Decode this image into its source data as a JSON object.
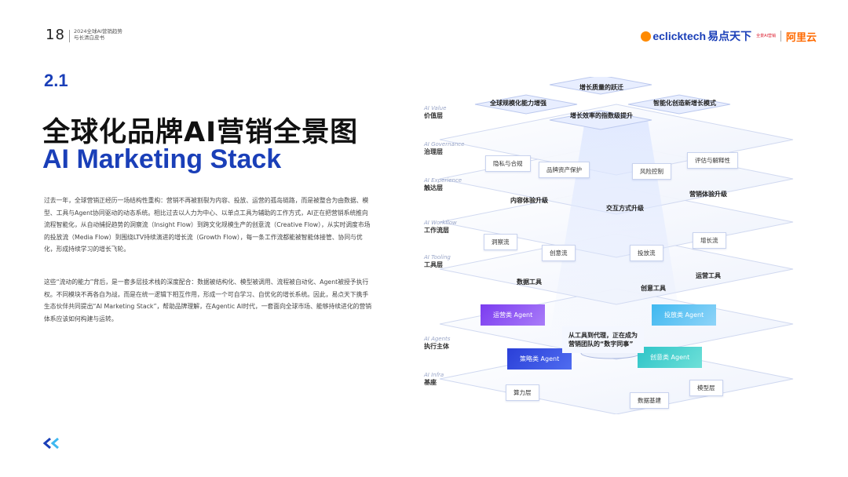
{
  "header": {
    "page_number": "18",
    "subtitle_line1": "2024全球AI营销趋势",
    "subtitle_line2": "与长清白皮书",
    "brand_logo": "eclicktech",
    "brand_cn": "易点天下",
    "brand_tag": "全景AI营销",
    "partner": "阿里云"
  },
  "section": "2.1",
  "title_cn": "全球化品牌AI营销全景图",
  "title_en": "AI Marketing Stack",
  "paragraphs": [
    "过去一年，全球营销正经历一场结构性重构：营销不再被割裂为内容、投放、运营的孤岛链路，而是被整合为由数据、模型、工具与Agent协同驱动的动态系统。相比过去以人力为中心、以单点工具为辅助的工作方式，AI正在把营销系统推向流程智能化，从自动捕捉趋势的洞察流（Insight Flow）到跨文化规模生产的创意流（Creative Flow），从实时调度市场的投放流（Media Flow）到围绕LTV持续演进的增长流（Growth Flow），每一条工作流都能被智能体接管、协同与优化，形成持续学习的增长飞轮。",
    "这些“流动的能力”背后，是一套多层技术栈的深度配合：数据被结构化、模型被调用、流程被自动化、Agent被授予执行权。不同模块不再各自为战，而是在统一逻辑下相互作用，形成一个可自学习、自优化的增长系统。因此，易点天下携手生态伙伴共同提出“AI Marketing Stack”，帮助品牌理解，在Agentic AI时代，一套面向全球市场、能够持续进化的营销体系应该如何构建与运转。"
  ],
  "diagram": {
    "layers": [
      {
        "en": "AI Value",
        "cn": "价值层"
      },
      {
        "en": "AI Governance",
        "cn": "治理层"
      },
      {
        "en": "AI Experience",
        "cn": "触达层"
      },
      {
        "en": "AI Workflow",
        "cn": "工作流层"
      },
      {
        "en": "AI Tooling",
        "cn": "工具层"
      },
      {
        "en": "AI Agents",
        "cn": "执行主体"
      },
      {
        "en": "AI Infra",
        "cn": "基座"
      }
    ],
    "value_top": "增长质量的跃迁",
    "value_left": "全球规模化能力增强",
    "value_right": "智能化创造新增长模式",
    "value_bottom": "增长效率的指数级提升",
    "governance": [
      "隐私与合规",
      "品牌资产保护",
      "风险控制",
      "评估与解释性"
    ],
    "experience": [
      "内容体验升级",
      "交互方式升级",
      "营销体验升级"
    ],
    "workflow": [
      "洞察流",
      "创意流",
      "投放流",
      "增长流"
    ],
    "tooling": [
      "数据工具",
      "创意工具",
      "运营工具"
    ],
    "agents": {
      "ops": "运营类 Agent",
      "media": "投放类 Agent",
      "strategy": "策略类 Agent",
      "creative": "创意类 Agent"
    },
    "agents_caption_line1": "从工具到代理，正在成为",
    "agents_caption_line2": "营销团队的“数字同事”",
    "infra": [
      "算力层",
      "数据基建",
      "模型层"
    ],
    "colors": {
      "brand_blue": "#1a3fb8",
      "ops_agent": "#7b3cf0",
      "media_agent": "#3fb8f0",
      "strategy_agent": "#2a3fd8",
      "creative_agent": "#2ec4c8",
      "accent_orange": "#ff6a00"
    }
  }
}
